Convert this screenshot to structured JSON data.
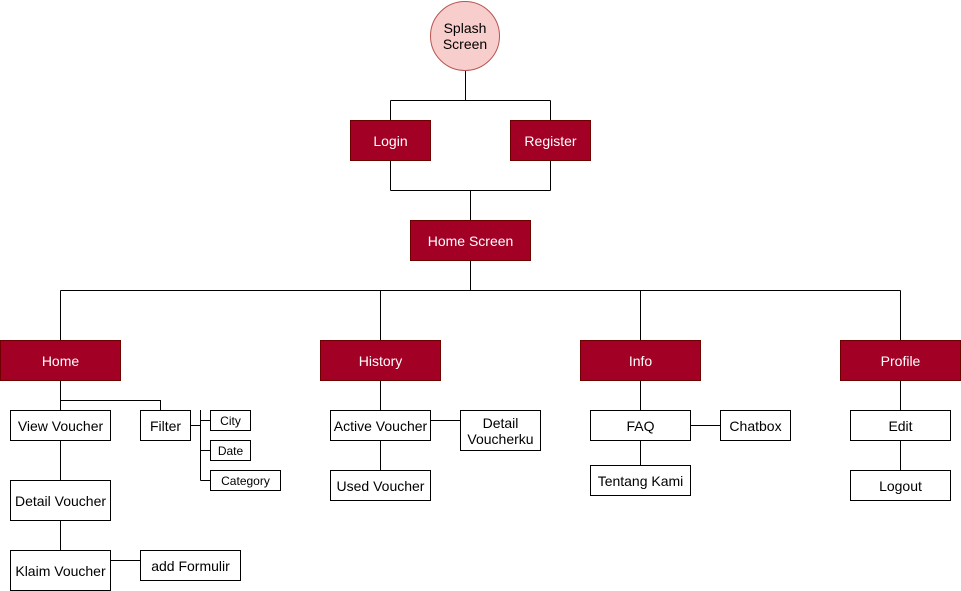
{
  "nodes": {
    "splash": "Splash\nScreen",
    "login": "Login",
    "register": "Register",
    "home_screen": "Home Screen",
    "home": "Home",
    "history": "History",
    "info": "Info",
    "profile": "Profile",
    "view_voucher": "View Voucher",
    "filter": "Filter",
    "city": "City",
    "date": "Date",
    "category": "Category",
    "detail_voucher": "Detail Voucher",
    "klaim_voucher": "Klaim Voucher",
    "add_formulir": "add Formulir",
    "active_voucher": "Active Voucher",
    "detail_voucherku": "Detail\nVoucherku",
    "used_voucher": "Used Voucher",
    "faq": "FAQ",
    "chatbox": "Chatbox",
    "tentang_kami": "Tentang Kami",
    "edit": "Edit",
    "logout": "Logout"
  },
  "colors": {
    "primary_fill": "#a20025",
    "primary_stroke": "#6f0000",
    "start_fill": "#f8cecc",
    "start_stroke": "#b85450"
  }
}
